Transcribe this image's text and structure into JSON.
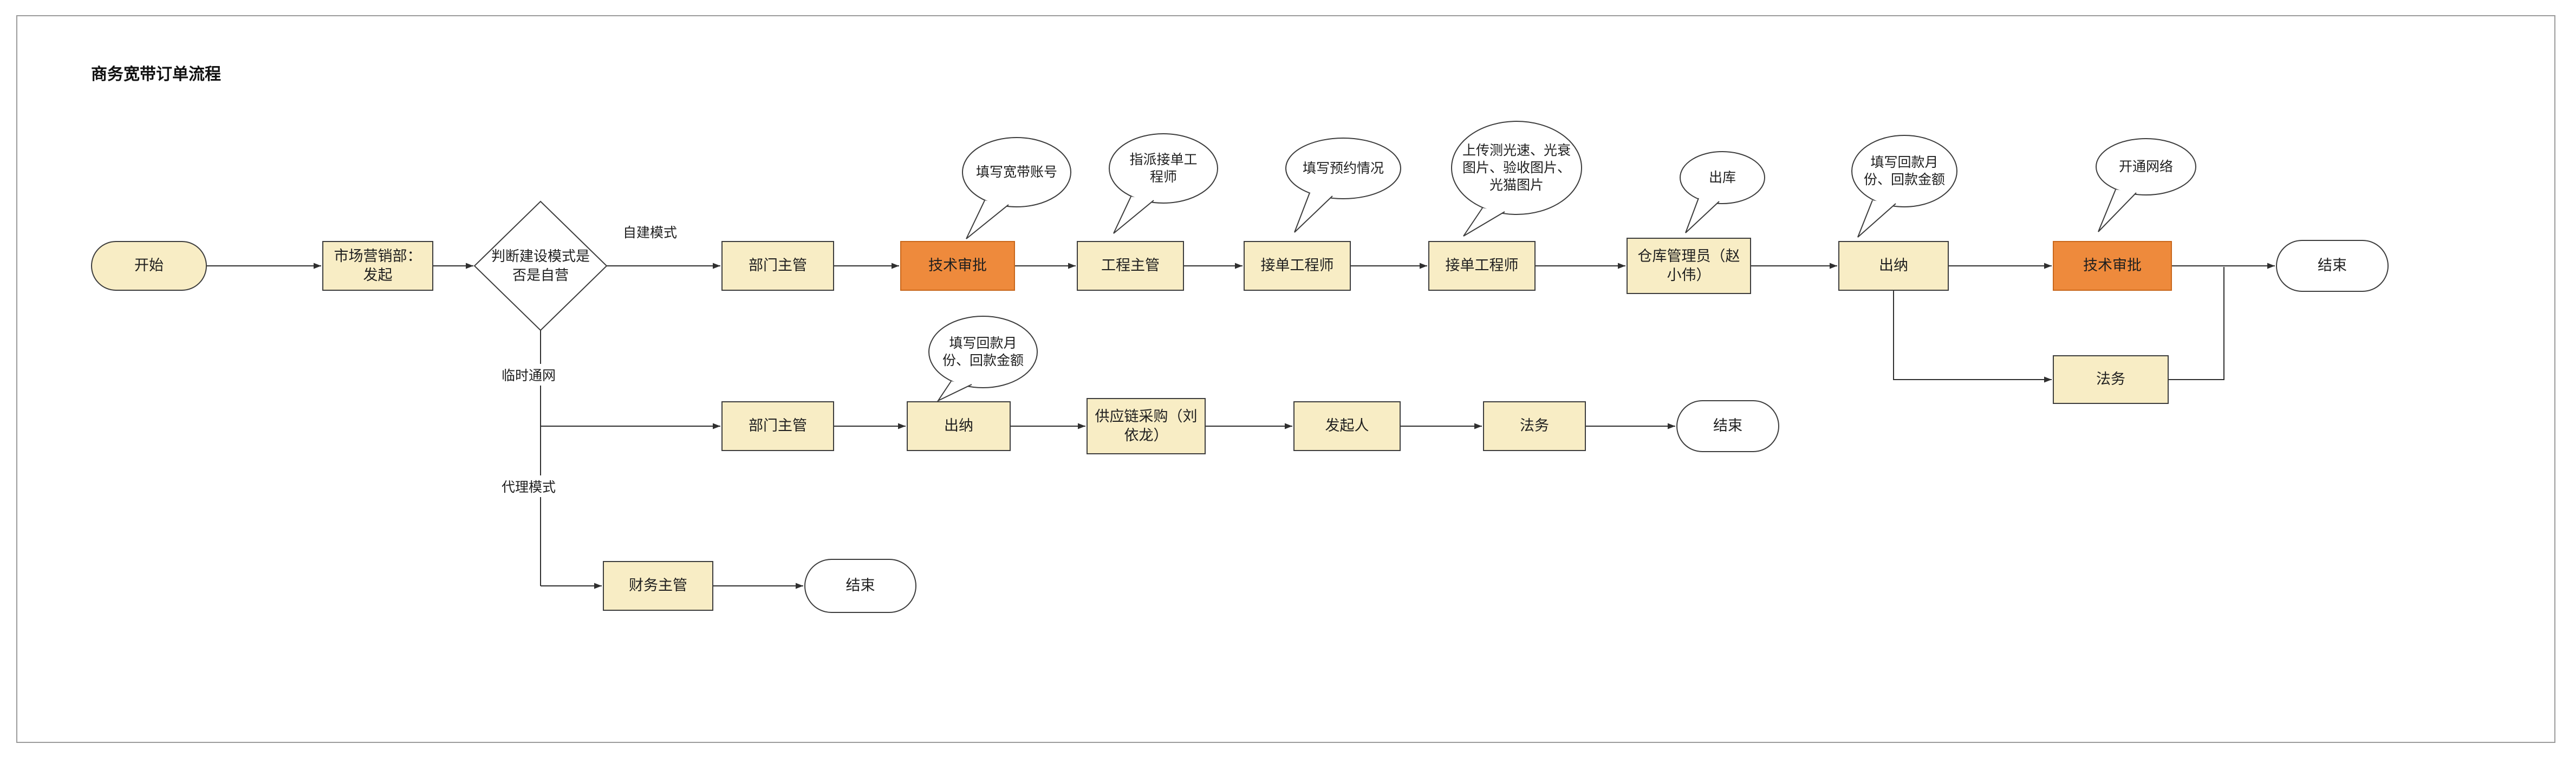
{
  "title": "商务宽带订单流程",
  "colors": {
    "process_fill": "#F8EDC5",
    "process_border": "#3D3D3D",
    "highlight_fill": "#EE8A3C",
    "highlight_border": "#C9671B",
    "terminal_start_fill": "#F8EDC5",
    "terminal_end_fill": "#FFFFFF",
    "bubble_fill": "#FFFFFF",
    "connector": "#2F2F2F"
  },
  "nodes": {
    "start": "开始",
    "marketing": "市场营销部：发起",
    "decision": "判断建设模式是否是自营",
    "dept_manager_1": "部门主管",
    "tech_approval_1": "技术审批",
    "eng_manager": "工程主管",
    "order_engineer_1": "接单工程师",
    "order_engineer_2": "接单工程师",
    "warehouse_keeper": "仓库管理员（赵小伟）",
    "cashier_1": "出纳",
    "tech_approval_2": "技术审批",
    "end_1": "结束",
    "legal_1": "法务",
    "dept_manager_2": "部门主管",
    "cashier_2": "出纳",
    "supply_chain": "供应链采购（刘依龙）",
    "initiator": "发起人",
    "legal_2": "法务",
    "end_2": "结束",
    "finance_manager": "财务主管",
    "end_3": "结束"
  },
  "branch_labels": {
    "self_build": "自建模式",
    "temporary": "临时通网",
    "agency": "代理模式"
  },
  "bubbles": {
    "fill_broadband_account": "填写宽带账号",
    "assign_order_engineer": "指派接单工程师",
    "fill_appointment_status": "填写预约情况",
    "upload_photos": "上传测光速、光衰图片、验收图片、光猫图片",
    "outbound": "出库",
    "fill_payment_month_amount_1": "填写回款月份、回款金额",
    "open_network": "开通网络",
    "fill_payment_month_amount_2": "填写回款月份、回款金额"
  }
}
